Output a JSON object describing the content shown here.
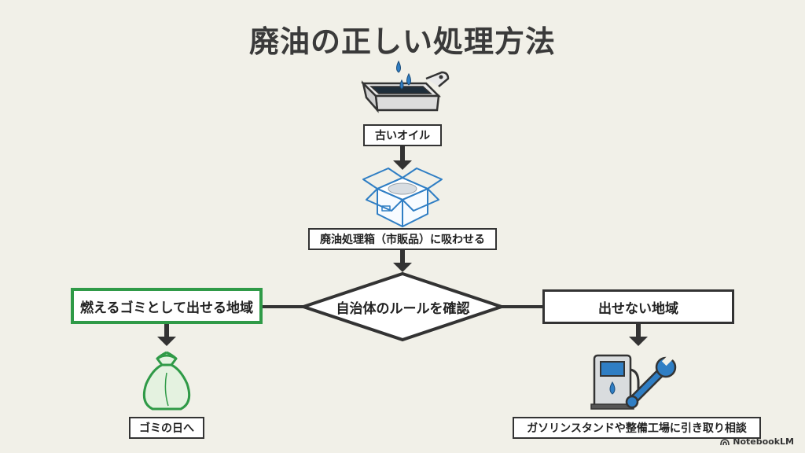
{
  "title": "廃油の正しい処理方法",
  "steps": {
    "old_oil": "古いオイル",
    "absorb_box": "廃油処理箱（市販品）に吸わせる",
    "check_rules": "自治体のルールを確認",
    "burnable_region": "燃えるゴミとして出せる地域",
    "garbage_day": "ゴミの日へ",
    "not_allowed_region": "出せない地域",
    "consult": "ガソリンスタンドや整備工場に引き取り相談"
  },
  "brand": "NotebookLM",
  "colors": {
    "background": "#f1f0e8",
    "accent_green": "#2f9a47",
    "accent_blue": "#2f7ec4",
    "line": "#333333"
  },
  "icons": [
    "oil-pan-icon",
    "box-icon",
    "garbage-bag-icon",
    "fuel-pump-icon",
    "wrench-icon"
  ]
}
